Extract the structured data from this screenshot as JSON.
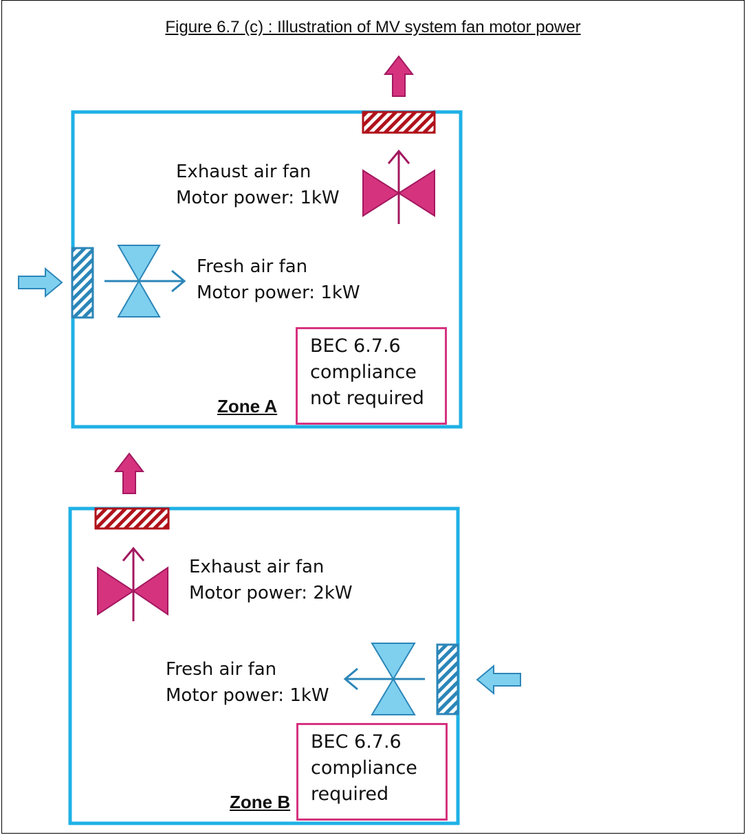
{
  "figure": {
    "title": "Figure 6.7 (c) : Illustration of MV system fan motor power"
  },
  "zone_a": {
    "name": "Zone A",
    "exhaust_fan": {
      "label": "Exhaust air fan",
      "power": "Motor power:  1kW"
    },
    "fresh_fan": {
      "label": "Fresh air fan",
      "power": "Motor power:  1kW"
    },
    "compliance": {
      "line1": "BEC 6.7.6",
      "line2": "compliance",
      "line3": "not required"
    }
  },
  "zone_b": {
    "name": "Zone B",
    "exhaust_fan": {
      "label": "Exhaust air fan",
      "power": "Motor power:  2kW"
    },
    "fresh_fan": {
      "label": "Fresh air fan",
      "power": "Motor power:  1kW"
    },
    "compliance": {
      "line1": "BEC 6.7.6",
      "line2": "compliance",
      "line3": "required"
    }
  },
  "colors": {
    "zone_border": "#1fb1e6",
    "exhaust": "#d6337f",
    "exhaust_stroke": "#a3185f",
    "fresh": "#7fd0ef",
    "fresh_stroke": "#2b86b8",
    "exhaust_grille": "#b0121b",
    "compliance_border": "#d6337f"
  }
}
